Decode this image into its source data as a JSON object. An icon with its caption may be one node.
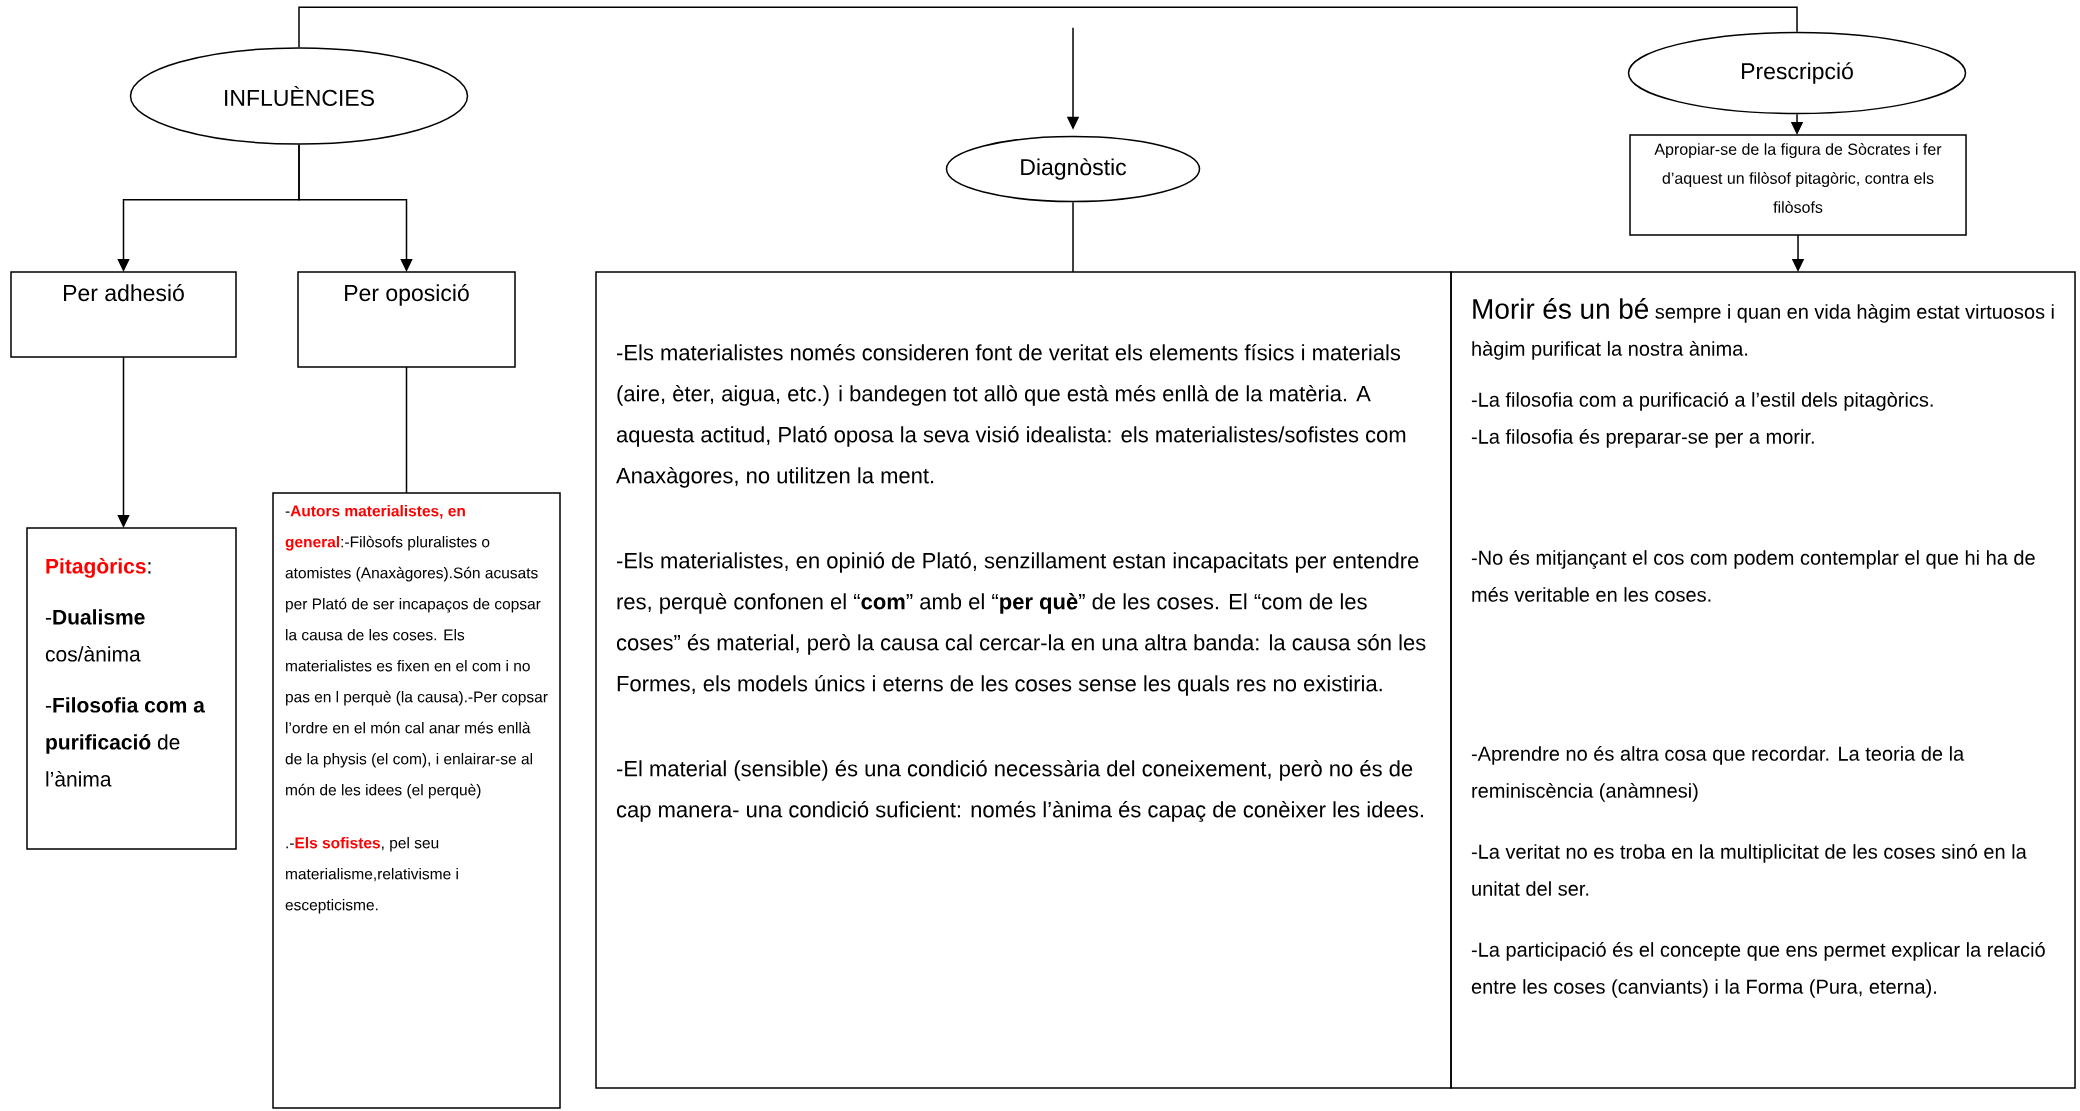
{
  "diagram": {
    "nodes": [
      {
        "text": [
          "INFLUÈNCIES"
        ]
      },
      {
        "text": [
          "Per adhesió"
        ]
      },
      {
        "text": [
          "Per oposició"
        ]
      },
      {
        "text": [
          "**Pitagòrics**:",
          "-**Dualisme** cos/ànima",
          "-**Filosofia com a purificació** de l’ànima"
        ]
      },
      {
        "text": [
          "-**Autors materialistes, en general**:-Filòsofs pluralistes o atomistes (Anaxàgores).Són acusats per Plató de ser incapaços de copsar la causa de les coses. Els materialistes es fixen en el com i no pas en l perquè (la causa).-Per copsar l’ordre en el món cal anar més enllà de la physis (el com), i enlairar-se al món de les idees (el perquè)",
          ".-**Els sofistes**, pel seu materialisme,relativisme i escepticisme."
        ]
      },
      {
        "text": [
          "Diagnòstic"
        ]
      },
      {
        "text": [
          "-Els materialistes només consideren font de veritat els elements físics i materials (aire, èter, aigua, etc.) i bandegen tot allò que està més enllà de la matèria. A aquesta actitud, Plató oposa la seva visió idealista: els materialistes/sofistes com Anaxàgores, no utilitzen la ment.",
          "-Els materialistes, en opinió de Plató, senzillament estan incapacitats per entendre res, perquè confonen el “**com**” amb el “**per què**” de les coses. El “com de les coses” és material, però la causa cal cercar-la en una altra banda: la causa són les Formes, els models únics i eterns de les coses sense les quals res no existiria.",
          "-El material (sensible) és una condició necessària del coneixement, però no és de cap manera- una condició suficient: només l’ànima és capaç de conèixer les idees."
        ]
      },
      {
        "text": [
          "Prescripció"
        ]
      },
      {
        "text": [
          "Apropiar-se de la figura de Sòcrates i fer d’aquest un filòsof pitagòric, contra els filòsofs"
        ]
      },
      {
        "text": [
          "Morir és un bé",
          "sempre i quan en vida hàgim estat virtuosos i hàgim purificat la nostra ànima.",
          "-La filosofia com a purificació a l’estil dels pitagòrics.",
          "-La filosofia és preparar-se per a morir.",
          "-No és mitjançant el cos com podem contemplar el que hi ha de més veritable en les coses.",
          "-Aprendre no és altra cosa que recordar. La teoria de la reminiscència (anàmnesi)",
          "-La veritat no es troba en la multiplicitat de les coses sinó en la unitat del ser.",
          "-La participació és el concepte que ens permet explicar la relació entre les coses (canviants) i la Forma (Pura, eterna)."
        ]
      }
    ],
    "edges": [
      {
        "from": 0,
        "to": 7,
        "arrow": "none"
      },
      {
        "from": null,
        "to": 5,
        "arrow": "to"
      },
      {
        "from": 0,
        "to": 1,
        "arrow": "to"
      },
      {
        "from": 0,
        "to": 2,
        "arrow": "to"
      },
      {
        "from": 1,
        "to": 3,
        "arrow": "to"
      },
      {
        "from": 2,
        "to": 4,
        "arrow": "none"
      },
      {
        "from": 5,
        "to": 6,
        "arrow": "none"
      },
      {
        "from": 7,
        "to": 8,
        "arrow": "to"
      },
      {
        "from": 8,
        "to": 9,
        "arrow": "to"
      }
    ]
  }
}
